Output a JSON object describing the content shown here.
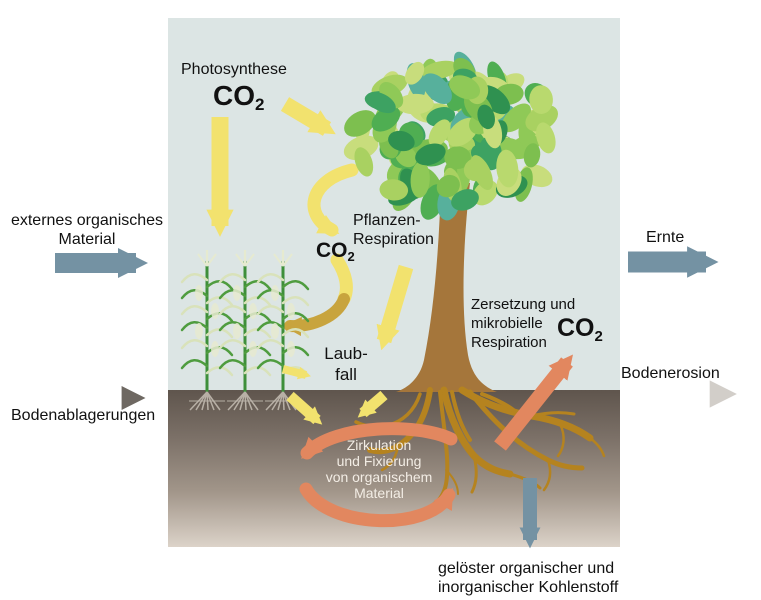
{
  "labels": {
    "photosynthese": "Photosynthese",
    "co2": {
      "base": "CO",
      "sub": "2"
    },
    "pflanzen_respiration": {
      "line1": "Pflanzen-",
      "line2": "Respiration"
    },
    "laubfall": {
      "line1": "Laub-",
      "line2": "fall"
    },
    "zersetzung": {
      "line1": "Zersetzung und",
      "line2": "mikrobielle",
      "line3": "Respiration"
    },
    "zirkulation": {
      "line1": "Zirkulation",
      "line2": "und Fixierung",
      "line3": "von organischem",
      "line4": "Material"
    },
    "externes_material": {
      "line1": "externes organisches",
      "line2": "Material"
    },
    "ernte": "Ernte",
    "bodenerosion": "Bodenerosion",
    "bodenablagerungen": "Bodenablagerungen",
    "geloester_kohlenstoff": {
      "line1": "gelöster organischer und",
      "line2": "inorganischer Kohlenstoff"
    }
  },
  "colors": {
    "sky": "#dce5e4",
    "soil_top": "#5f554d",
    "soil_bottom": "#dcd3c9",
    "yellow": "#f2e26e",
    "gold": "#c8a43e",
    "salmon": "#e2875f",
    "steel": "#7492a3",
    "gray_dark": "#6e6862",
    "gray_light": "#d2cec9",
    "trunk": "#a5763b",
    "roots": "#b5831f",
    "corn_green": "#4f9c3f",
    "cycle_text": "#f3ede5"
  }
}
